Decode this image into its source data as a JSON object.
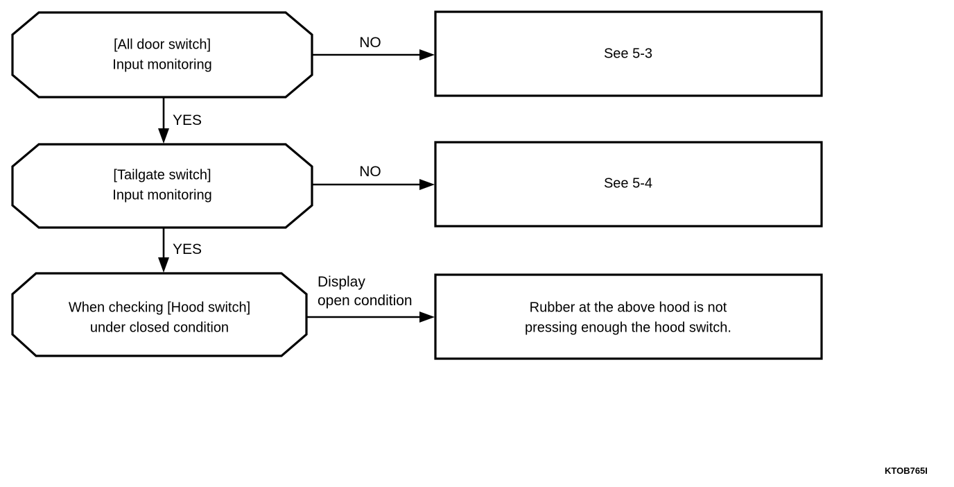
{
  "figure": {
    "code": "KTOB765I",
    "background_color": "#ffffff",
    "line_color": "#000000"
  },
  "diagram": {
    "type": "flowchart",
    "nodes": [
      {
        "id": "door-switch",
        "shape": "octagon",
        "line1": "[All door switch]",
        "line2": "Input monitoring"
      },
      {
        "id": "tailgate-switch",
        "shape": "octagon",
        "line1": "[Tailgate switch]",
        "line2": "Input monitoring"
      },
      {
        "id": "hood-switch",
        "shape": "octagon",
        "line1": "When checking [Hood switch]",
        "line2": "under closed condition"
      },
      {
        "id": "see-5-3",
        "shape": "rectangle",
        "line1": "See 5-3",
        "line2": ""
      },
      {
        "id": "see-5-4",
        "shape": "rectangle",
        "line1": "See 5-4",
        "line2": ""
      },
      {
        "id": "rubber-hood",
        "shape": "rectangle",
        "line1": "Rubber at the above hood is not",
        "line2": "pressing enough the hood switch."
      }
    ],
    "edges": [
      {
        "id": "door-to-see53",
        "from": "door-switch",
        "to": "see-5-3",
        "direction": "right",
        "label": "NO"
      },
      {
        "id": "door-to-tailgate",
        "from": "door-switch",
        "to": "tailgate-switch",
        "direction": "down",
        "label": "YES"
      },
      {
        "id": "tailgate-to-see54",
        "from": "tailgate-switch",
        "to": "see-5-4",
        "direction": "right",
        "label": "NO"
      },
      {
        "id": "tailgate-to-hood",
        "from": "tailgate-switch",
        "to": "hood-switch",
        "direction": "down",
        "label": "YES"
      },
      {
        "id": "hood-to-rubber",
        "from": "hood-switch",
        "to": "rubber-hood",
        "direction": "right",
        "label_line1": "Display",
        "label_line2": "open condition"
      }
    ]
  }
}
